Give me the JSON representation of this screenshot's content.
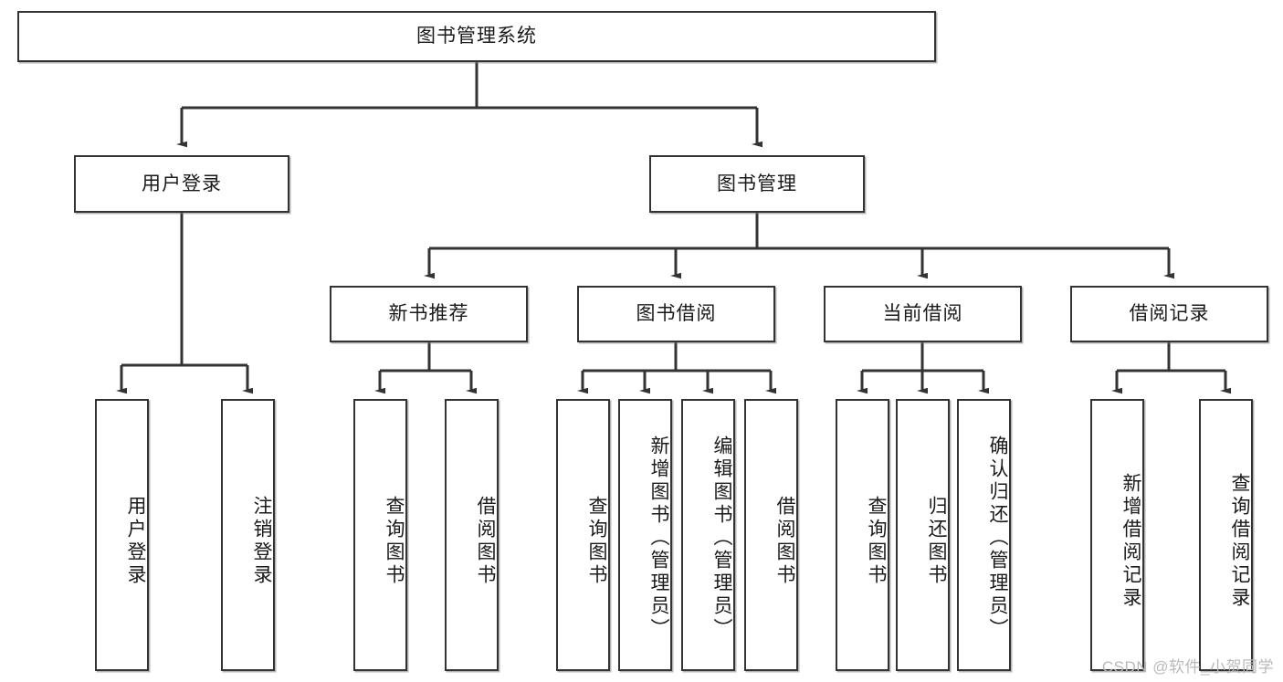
{
  "diagram": {
    "type": "tree-hierarchy",
    "title": "图书管理系统",
    "orientation": "top-down",
    "colors": {
      "background": "#ffffff",
      "box_border": "#333333",
      "box_fill": "#ffffff",
      "connector": "#333333",
      "watermark": "#b9b9b9"
    },
    "levels": [
      {
        "level": 1,
        "nodes": [
          {
            "id": "root",
            "label": "图书管理系统",
            "text_direction": "horizontal"
          }
        ]
      },
      {
        "level": 2,
        "nodes": [
          {
            "id": "login",
            "label": "用户登录",
            "text_direction": "horizontal",
            "parent": "root"
          },
          {
            "id": "bookmgmt",
            "label": "图书管理",
            "text_direction": "horizontal",
            "parent": "root"
          }
        ]
      },
      {
        "level": 3,
        "nodes": [
          {
            "id": "newbook",
            "label": "新书推荐",
            "text_direction": "horizontal",
            "parent": "bookmgmt"
          },
          {
            "id": "borrow",
            "label": "图书借阅",
            "text_direction": "horizontal",
            "parent": "bookmgmt"
          },
          {
            "id": "current",
            "label": "当前借阅",
            "text_direction": "horizontal",
            "parent": "bookmgmt"
          },
          {
            "id": "records",
            "label": "借阅记录",
            "text_direction": "horizontal",
            "parent": "bookmgmt"
          }
        ]
      },
      {
        "level": 4,
        "nodes": [
          {
            "id": "leaf-login-1",
            "label": "用户登录",
            "text_direction": "vertical",
            "parent": "login"
          },
          {
            "id": "leaf-login-2",
            "label": "注销登录",
            "text_direction": "vertical",
            "parent": "login"
          },
          {
            "id": "leaf-newbook-1",
            "label": "查询图书",
            "text_direction": "vertical",
            "parent": "newbook"
          },
          {
            "id": "leaf-newbook-2",
            "label": "借阅图书",
            "text_direction": "vertical",
            "parent": "newbook"
          },
          {
            "id": "leaf-borrow-1",
            "label": "查询图书",
            "text_direction": "vertical",
            "parent": "borrow"
          },
          {
            "id": "leaf-borrow-2",
            "label": "新增图书（管理员）",
            "text_direction": "vertical",
            "parent": "borrow"
          },
          {
            "id": "leaf-borrow-3",
            "label": "编辑图书（管理员）",
            "text_direction": "vertical",
            "parent": "borrow"
          },
          {
            "id": "leaf-borrow-4",
            "label": "借阅图书",
            "text_direction": "vertical",
            "parent": "borrow"
          },
          {
            "id": "leaf-current-1",
            "label": "查询图书",
            "text_direction": "vertical",
            "parent": "current"
          },
          {
            "id": "leaf-current-2",
            "label": "归还图书",
            "text_direction": "vertical",
            "parent": "current"
          },
          {
            "id": "leaf-current-3",
            "label": "确认归还（管理员）",
            "text_direction": "vertical",
            "parent": "current"
          },
          {
            "id": "leaf-records-1",
            "label": "新增借阅记录",
            "text_direction": "vertical",
            "parent": "records"
          },
          {
            "id": "leaf-records-2",
            "label": "查询借阅记录",
            "text_direction": "vertical",
            "parent": "records"
          }
        ]
      }
    ]
  },
  "watermark": {
    "text": "CSDN @软件_小贺同学"
  }
}
